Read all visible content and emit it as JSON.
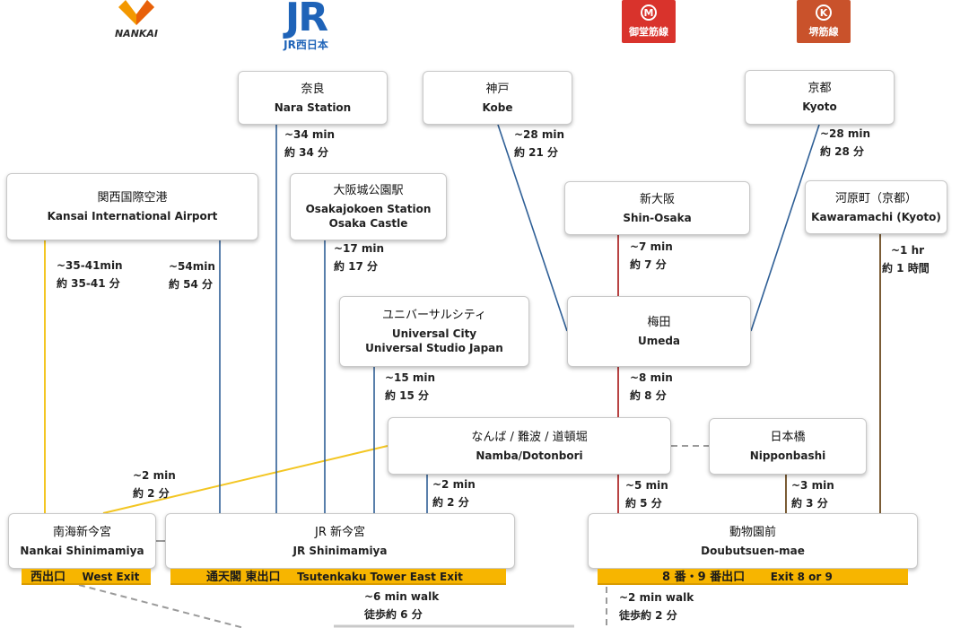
{
  "logos": {
    "nankai": "NANKAI",
    "jr": "JR西日本",
    "midosuji_letter": "M",
    "midosuji": "御堂筋線",
    "sakaisuji_letter": "K",
    "sakaisuji": "堺筋線"
  },
  "colors": {
    "nankai": "#f3c623",
    "jr": "#2f5f96",
    "midosuji": "#b02e2e",
    "sakaisuji": "#6b4a1f",
    "exit_bar": "#f7b500",
    "midosuji_logo": "#d9332c",
    "sakaisuji_logo": "#c9522b"
  },
  "stations": {
    "nara": {
      "jp": "奈良",
      "en": "Nara Station"
    },
    "kobe": {
      "jp": "神戸",
      "en": "Kobe"
    },
    "kyoto": {
      "jp": "京都",
      "en": "Kyoto"
    },
    "kansai": {
      "jp": "関西国際空港",
      "en": "Kansai International Airport"
    },
    "osakajo": {
      "jp": "大阪城公園駅",
      "en": "Osakajokoen Station",
      "en2": "Osaka Castle"
    },
    "shinosaka": {
      "jp": "新大阪",
      "en": "Shin-Osaka"
    },
    "kawaramachi": {
      "jp": "河原町（京都）",
      "en": "Kawaramachi (Kyoto)"
    },
    "universal": {
      "jp": "ユニバーサルシティ",
      "en": "Universal City",
      "en2": "Universal Studio Japan"
    },
    "umeda": {
      "jp": "梅田",
      "en": "Umeda"
    },
    "namba": {
      "jp": "なんば / 難波 / 道頓堀",
      "en": "Namba/Dotonbori"
    },
    "nipponbashi": {
      "jp": "日本橋",
      "en": "Nipponbashi"
    },
    "nankai_shinimamiya": {
      "jp": "南海新今宮",
      "en": "Nankai Shinimamiya"
    },
    "jr_shinimamiya": {
      "jp": "JR 新今宮",
      "en": "JR Shinimamiya"
    },
    "doubutsuen": {
      "jp": "動物園前",
      "en": "Doubutsuen-mae"
    }
  },
  "times": {
    "nara": {
      "en": "~34 min",
      "jp": "約 34 分"
    },
    "kobe": {
      "en": "~28 min",
      "jp": "約 21 分"
    },
    "kyoto": {
      "en": "~28 min",
      "jp": "約 28 分"
    },
    "kansai_nankai": {
      "en": "~35-41min",
      "jp": "約 35-41 分"
    },
    "kansai_jr": {
      "en": "~54min",
      "jp": "約 54 分"
    },
    "osakajo": {
      "en": "~17 min",
      "jp": "約 17 分"
    },
    "shinosaka": {
      "en": "~7 min",
      "jp": "約 7 分"
    },
    "kawaramachi": {
      "en": "~1 hr",
      "jp": "約 1 時間"
    },
    "universal": {
      "en": "~15 min",
      "jp": "約 15 分"
    },
    "umeda": {
      "en": "~8 min",
      "jp": "約 8 分"
    },
    "namba_nankai": {
      "en": "~2 min",
      "jp": "約 2 分"
    },
    "namba_jr": {
      "en": "~2 min",
      "jp": "約 2 分"
    },
    "namba_midosuji": {
      "en": "~5 min",
      "jp": "約 5 分"
    },
    "nipponbashi": {
      "en": "~3 min",
      "jp": "約 3 分"
    },
    "walk_jr": {
      "en": "~6 min walk",
      "jp": "徒歩約 6 分"
    },
    "walk_doubutsuen": {
      "en": "~2 min walk",
      "jp": "徒歩約 2 分"
    }
  },
  "exits": {
    "west": {
      "jp": "西出口",
      "en": "West Exit"
    },
    "tsutenkaku": {
      "jp": "通天閣 東出口",
      "en": "Tsutenkaku Tower East Exit"
    },
    "exit89": {
      "jp": "8 番・9 番出口",
      "en": "Exit 8 or 9"
    }
  }
}
